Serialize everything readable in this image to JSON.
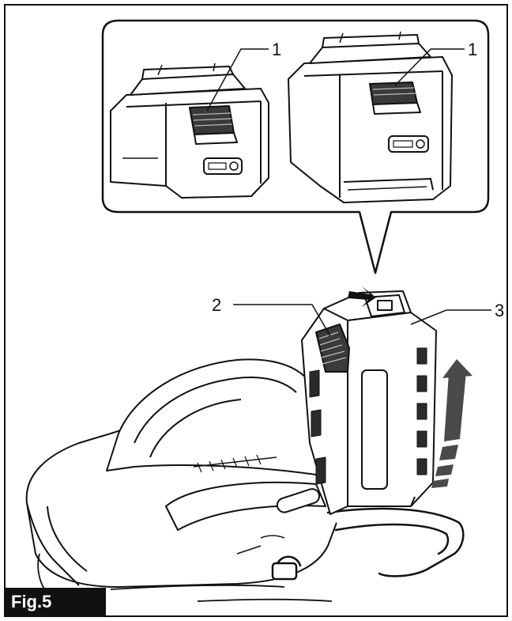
{
  "figure": {
    "label": "Fig.5",
    "callouts": [
      {
        "id": "c1a",
        "text": "1"
      },
      {
        "id": "c1b",
        "text": "1"
      },
      {
        "id": "c2",
        "text": "2"
      },
      {
        "id": "c3",
        "text": "3"
      }
    ],
    "colors": {
      "line": "#111111",
      "fill": "#ffffff",
      "shade": "#6a6a6a",
      "dark": "#2b2b2b"
    }
  }
}
